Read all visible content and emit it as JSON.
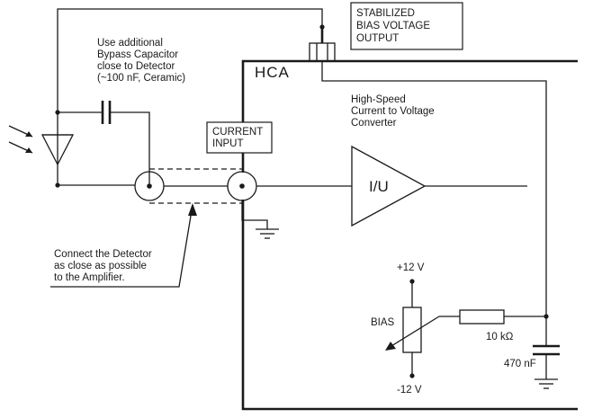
{
  "bias_output": {
    "lines": [
      "STABILIZED",
      "BIAS VOLTAGE",
      "OUTPUT"
    ]
  },
  "hca_label": "HCA",
  "capacitor_note": {
    "lines": [
      "Use additional",
      "Bypass Capacitor",
      "close to Detector",
      "(~100 nF, Ceramic)"
    ]
  },
  "current_input": {
    "lines": [
      "CURRENT",
      "INPUT"
    ]
  },
  "converter_note": {
    "lines": [
      "High-Speed",
      "Current to Voltage",
      "Converter"
    ]
  },
  "amplifier_label": "I/U",
  "detector_note": {
    "lines": [
      "Connect the Detector",
      "as close as possible",
      "to the Amplifier."
    ]
  },
  "bias_circuit": {
    "positive_supply": "+12 V",
    "negative_supply": "-12 V",
    "potentiometer_label": "BIAS",
    "resistor_value": "10 kΩ",
    "capacitor_value": "470 nF"
  }
}
